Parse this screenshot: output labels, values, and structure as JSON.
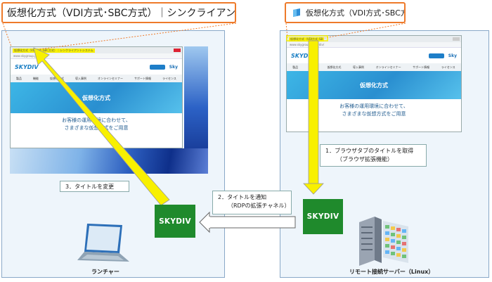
{
  "callouts": {
    "left_title": "仮想化方式（VDI方式･SBC方式）｜シンクライアントシステム",
    "right_tab": "仮想化方式（VDI方式･SBC方",
    "right_close": "✕"
  },
  "browser": {
    "logo": "SKYDIV",
    "sky": "Sky",
    "left_title": "仮想化方式（VDI方式･SBC方式）｜シンクライアントシステム",
    "right_title": "仮想化方式（VDI方式･SB",
    "url": "www.skygroup.jp/skydiv/",
    "nav": [
      "製品",
      "機能",
      "仮想化方式",
      "導入事例",
      "オンラインセミナー",
      "サポート情報",
      "ライセンス"
    ],
    "hero": "仮想化方式",
    "msg_line1": "お客様の運用環境に合わせて、",
    "msg_line2": "さまざまな仮想方式をご用意"
  },
  "boxes": {
    "left": "SKYDIV",
    "right": "SKYDIV"
  },
  "notes": {
    "step1_line1": "1．ブラウザタブのタイトルを取得",
    "step1_line2": "（ブラウザ拡張機能）",
    "step2_line1": "2．タイトルを通知",
    "step2_line2": "（RDPの拡張チャネル）",
    "step3": "3．タイトルを変更"
  },
  "captions": {
    "launcher": "ランチャー",
    "server": "リモート接続サーバー（Linux）"
  },
  "colors": {
    "panel_bg": "#eef5fb",
    "callout_border": "#ee7a2a",
    "box_green": "#1f8a2c",
    "arrow_yellow": "#f8f000",
    "highlight": "#f8f000"
  },
  "icons": {
    "tab": "skydiv-tab-icon",
    "laptop": "laptop-icon",
    "server": "server-icon"
  }
}
